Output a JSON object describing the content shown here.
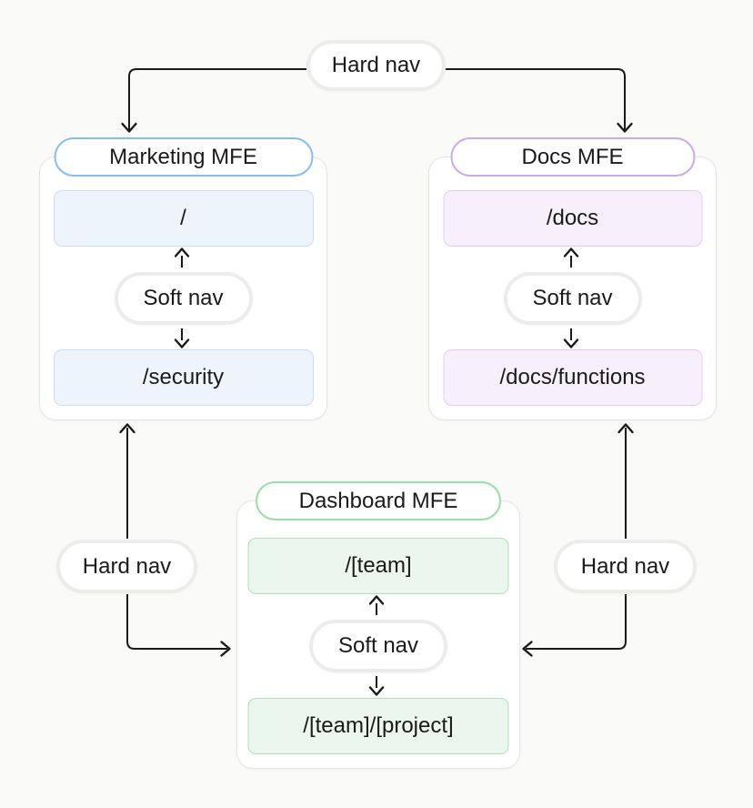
{
  "page": {
    "background": "#fafaf9",
    "line_color": "#1a1a1a",
    "text_color": "#1a1a1a"
  },
  "nav_pills": {
    "top_hard_nav": "Hard nav",
    "left_hard_nav": "Hard nav",
    "right_hard_nav": "Hard nav"
  },
  "mfes": [
    {
      "title": "Marketing MFE",
      "accent": "#85bdf2",
      "route_bg": "#edf4fc",
      "route_border": "#c9def7",
      "soft_nav_label": "Soft nav",
      "routes": [
        "/",
        "/security"
      ]
    },
    {
      "title": "Docs MFE",
      "accent": "#cda9ec",
      "route_bg": "#f7effc",
      "route_border": "#e4cdf3",
      "soft_nav_label": "Soft nav",
      "routes": [
        "/docs",
        "/docs/functions"
      ]
    },
    {
      "title": "Dashboard MFE",
      "accent": "#96dfa6",
      "route_bg": "#ebf7ee",
      "route_border": "#b0dfba",
      "soft_nav_label": "Soft nav",
      "routes": [
        "/[team]",
        "/[team]/[project]"
      ]
    }
  ]
}
